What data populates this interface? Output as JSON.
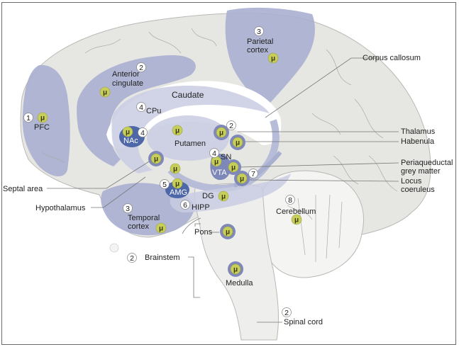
{
  "colors": {
    "brain_fill": "#e6e6e3",
    "brain_outline": "#b8b8b4",
    "region_fill": "#a9afcf",
    "region_light": "#c9cde3",
    "region_dark": "#4d67a8",
    "receptor_fill": "#c7cf5a",
    "receptor_ring": "#7f88b8",
    "number_badge": "#ffffff"
  },
  "receptor_symbol": "μ",
  "regions": [
    {
      "id": "pfc",
      "number": "1",
      "label": "PFC"
    },
    {
      "id": "anterior-cingulate",
      "number": "2",
      "label_lines": [
        "Anterior",
        "cingulate"
      ]
    },
    {
      "id": "parietal-cortex",
      "number": "3",
      "label_lines": [
        "Parietal",
        "cortex"
      ]
    },
    {
      "id": "caudate",
      "label": "Caudate"
    },
    {
      "id": "cpu",
      "number": "4",
      "label": "CPu"
    },
    {
      "id": "nac",
      "number": "4",
      "label": "NAc"
    },
    {
      "id": "putamen",
      "label": "Putamen"
    },
    {
      "id": "thalamus-number",
      "number": "2"
    },
    {
      "id": "sn",
      "number": "4",
      "label": "SN"
    },
    {
      "id": "vta",
      "label": "VTA"
    },
    {
      "id": "locus-number",
      "number": "7"
    },
    {
      "id": "amg",
      "number": "5",
      "label": "AMG"
    },
    {
      "id": "dg",
      "label": "DG"
    },
    {
      "id": "hipp",
      "number": "6",
      "label": "HIPP"
    },
    {
      "id": "temporal-cortex",
      "number": "3",
      "label_lines": [
        "Temporal",
        "cortex"
      ]
    },
    {
      "id": "pons",
      "label": "Pons"
    },
    {
      "id": "medulla",
      "label": "Medulla"
    },
    {
      "id": "cerebellum",
      "number": "8",
      "label": "Cerebellum"
    },
    {
      "id": "brainstem",
      "number": "2",
      "label": "Brainstem"
    },
    {
      "id": "spinal-cord",
      "number": "2",
      "label": "Spinal cord"
    }
  ],
  "callouts": {
    "corpus_callosum": "Corpus callosum",
    "thalamus": "Thalamus",
    "habenula": "Habenula",
    "periaqueductal": [
      "Periaqueductal",
      "grey matter"
    ],
    "locus_coeruleus": [
      "Locus",
      "coeruleus"
    ],
    "septal_area": "Septal area",
    "hypothalamus": "Hypothalamus"
  }
}
